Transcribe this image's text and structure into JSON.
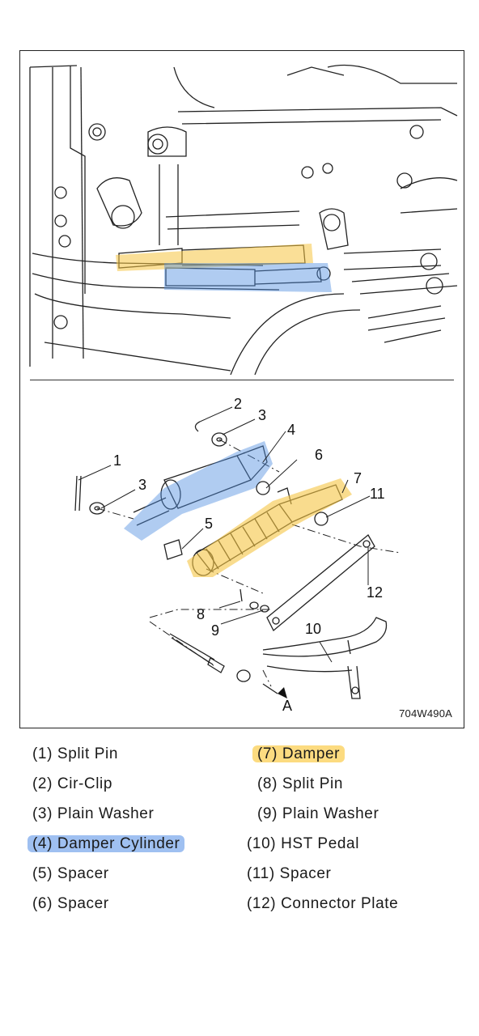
{
  "diagram": {
    "reference_code": "704W490A",
    "arrow_label": "A",
    "callouts": [
      "1",
      "2",
      "3",
      "3",
      "4",
      "5",
      "6",
      "7",
      "8",
      "9",
      "10",
      "11",
      "12"
    ]
  },
  "legend": {
    "left": [
      {
        "num": "(1)",
        "label": "Split Pin"
      },
      {
        "num": "(2)",
        "label": "Cir-Clip"
      },
      {
        "num": "(3)",
        "label": "Plain Washer"
      },
      {
        "num": "(4)",
        "label": "Damper Cylinder"
      },
      {
        "num": "(5)",
        "label": "Spacer"
      },
      {
        "num": "(6)",
        "label": "Spacer"
      }
    ],
    "right": [
      {
        "num": "(7)",
        "label": "Damper"
      },
      {
        "num": "(8)",
        "label": "Split Pin"
      },
      {
        "num": "(9)",
        "label": "Plain Washer"
      },
      {
        "num": "(10)",
        "label": "HST Pedal"
      },
      {
        "num": "(11)",
        "label": "Spacer"
      },
      {
        "num": "(12)",
        "label": "Connector Plate"
      }
    ]
  },
  "highlights": {
    "yellow": "#f5c542",
    "blue": "#4f8de0"
  }
}
